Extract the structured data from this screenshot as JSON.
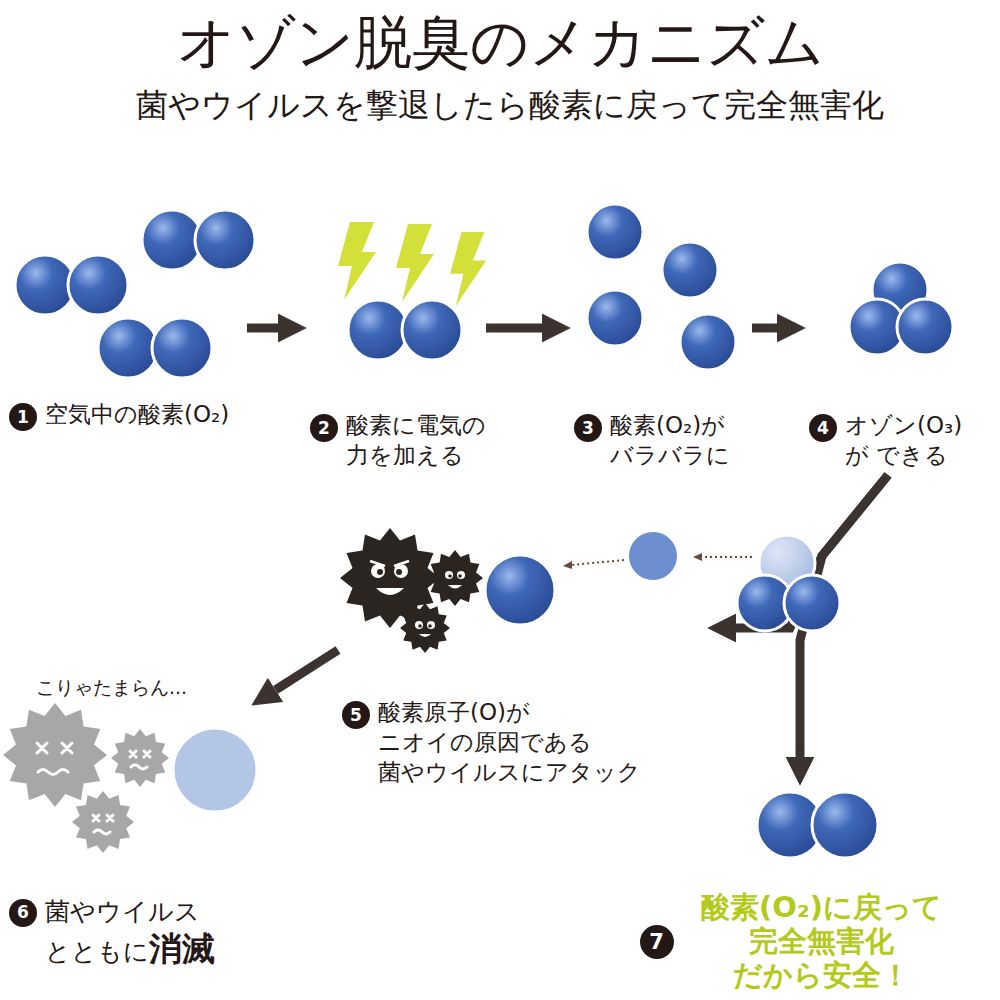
{
  "diagram": {
    "title": "オゾン脱臭のメカニズム",
    "nodes": [
      {
        "text": [
          "1",
          "空気中の酸素(O₂)"
        ]
      },
      {
        "text": [
          "2",
          "酸素に電気の 力を加える"
        ]
      },
      {
        "text": [
          "3",
          "酸素(O₂)が バラバラに"
        ]
      },
      {
        "text": [
          "4",
          "オゾン(O₃)が できる"
        ]
      },
      {
        "text": [
          "5",
          "酸素原子(O)が ニオイの原因である 菌やウイルスにアタック"
        ]
      },
      {
        "text": [
          "6",
          "菌やウイルス とともに",
          "消滅"
        ]
      },
      {
        "text": [
          "7",
          "酸素(O₂)に戻って 完全無害化 だから安全！"
        ]
      }
    ],
    "edges": [
      {
        "from": 0,
        "to": 1,
        "arrow": "to"
      },
      {
        "from": 1,
        "to": 2,
        "arrow": "to"
      },
      {
        "from": 2,
        "to": 3,
        "arrow": "to"
      },
      {
        "from": 3,
        "to": 4,
        "arrow": "to"
      },
      {
        "from": 3,
        "to": 6,
        "arrow": "to"
      },
      {
        "from": 4,
        "to": 5,
        "arrow": "to"
      }
    ],
    "labels": [
      "菌やウイルスを撃退したら酸素に戻って完全無害化",
      "こりゃたまらん..."
    ]
  }
}
